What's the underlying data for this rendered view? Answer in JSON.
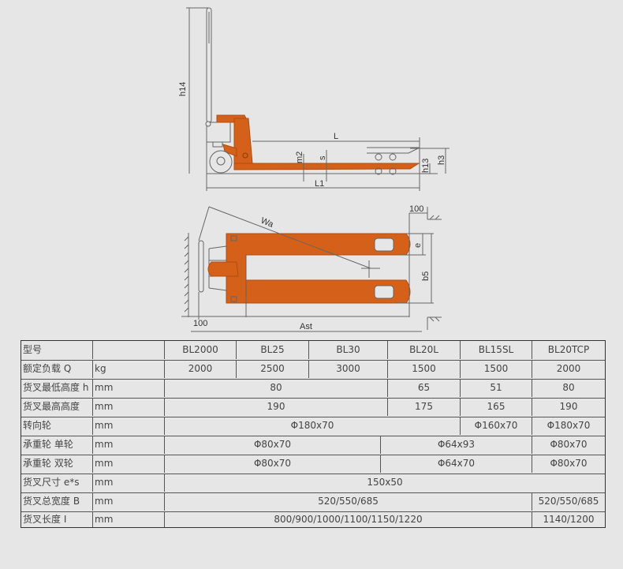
{
  "colors": {
    "orange": "#d4601a",
    "background": "#e6e6e6",
    "line": "#555555"
  },
  "diagram_labels": {
    "h14": "h14",
    "L": "L",
    "m2": "m2",
    "s": "s",
    "L1": "L1",
    "h13": "h13",
    "h3": "h3",
    "Wa": "Wa",
    "gap_top": "100",
    "e": "e",
    "b5": "b5",
    "gap_bottom": "100",
    "Ast": "Ast"
  },
  "table": {
    "header": {
      "label": "型号",
      "unit": "",
      "models": [
        "BL2000",
        "BL25",
        "BL30",
        "BL20L",
        "BL15SL",
        "BL20TCP"
      ]
    },
    "rows": [
      {
        "label": "额定负载 Q",
        "unit": "kg",
        "values": [
          "2000",
          "2500",
          "3000",
          "1500",
          "1500",
          "2000"
        ]
      },
      {
        "label": "货叉最低高度 h",
        "unit": "mm",
        "values": [
          "80",
          "65",
          "51",
          "80"
        ]
      },
      {
        "label": "货叉最高高度",
        "unit": "mm",
        "values": [
          "190",
          "175",
          "165",
          "190"
        ]
      },
      {
        "label": "转向轮",
        "unit": "mm",
        "values": [
          "Φ180x70",
          "Φ160x70",
          "Φ180x70"
        ]
      },
      {
        "label": "承重轮 单轮",
        "unit": "mm",
        "values": [
          "Φ80x70",
          "Φ64x93",
          "Φ80x70"
        ]
      },
      {
        "label": "承重轮 双轮",
        "unit": "mm",
        "values": [
          "Φ80x70",
          "Φ64x70",
          "Φ80x70"
        ]
      },
      {
        "label": "货叉尺寸 e*s",
        "unit": "mm",
        "values": [
          "150x50"
        ]
      },
      {
        "label": "货叉总宽度 B",
        "unit": "mm",
        "values": [
          "520/550/685",
          "520/550/685"
        ]
      },
      {
        "label": "货叉长度 I",
        "unit": "mm",
        "values": [
          "800/900/1000/1100/1150/1220",
          "1140/1200"
        ]
      }
    ]
  }
}
